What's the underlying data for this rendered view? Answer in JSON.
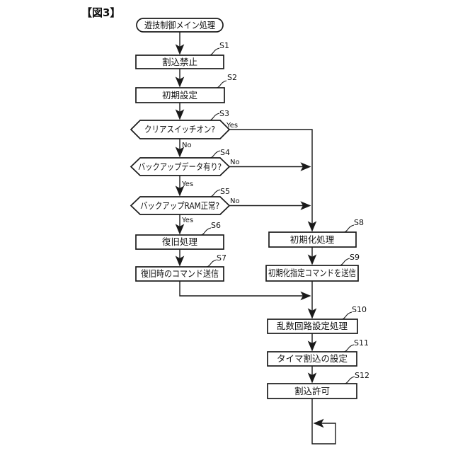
{
  "figure": {
    "label": "【図3】"
  },
  "flowchart": {
    "start": {
      "label": "遊技制御メイン処理"
    },
    "steps": [
      {
        "tag": "S1",
        "type": "process",
        "label": "割込禁止"
      },
      {
        "tag": "S2",
        "type": "process",
        "label": "初期設定"
      },
      {
        "tag": "S3",
        "type": "decision",
        "label": "クリアスイッチオン?"
      },
      {
        "tag": "S4",
        "type": "decision",
        "label": "バックアップデータ有り?"
      },
      {
        "tag": "S5",
        "type": "decision",
        "label": "バックアップRAM正常?"
      },
      {
        "tag": "S6",
        "type": "process",
        "label": "復旧処理"
      },
      {
        "tag": "S7",
        "type": "process",
        "label": "復旧時のコマンド送信"
      },
      {
        "tag": "S8",
        "type": "process",
        "label": "初期化処理"
      },
      {
        "tag": "S9",
        "type": "process",
        "label": "初期化指定コマンドを送信"
      },
      {
        "tag": "S10",
        "type": "process",
        "label": "乱数回路設定処理"
      },
      {
        "tag": "S11",
        "type": "process",
        "label": "タイマ割込の設定"
      },
      {
        "tag": "S12",
        "type": "process",
        "label": "割込許可"
      }
    ],
    "branch_labels": {
      "yes": "Yes",
      "no": "No"
    },
    "edges": [
      {
        "from": "start",
        "to": "S1"
      },
      {
        "from": "S1",
        "to": "S2"
      },
      {
        "from": "S2",
        "to": "S3"
      },
      {
        "from": "S3",
        "to": "S4",
        "label": "No"
      },
      {
        "from": "S3",
        "to": "S8",
        "label": "Yes"
      },
      {
        "from": "S4",
        "to": "S5",
        "label": "Yes"
      },
      {
        "from": "S4",
        "to": "S8",
        "label": "No"
      },
      {
        "from": "S5",
        "to": "S6",
        "label": "Yes"
      },
      {
        "from": "S5",
        "to": "S8",
        "label": "No"
      },
      {
        "from": "S6",
        "to": "S7"
      },
      {
        "from": "S7",
        "to": "S10"
      },
      {
        "from": "S8",
        "to": "S9"
      },
      {
        "from": "S9",
        "to": "S10"
      },
      {
        "from": "S10",
        "to": "S11"
      },
      {
        "from": "S11",
        "to": "S12"
      },
      {
        "from": "S12",
        "to": "S12",
        "label": "loop"
      }
    ],
    "colors": {
      "line": "#1a1a1a",
      "shape_fill": "#ffffff",
      "background": "#ffffff"
    }
  }
}
